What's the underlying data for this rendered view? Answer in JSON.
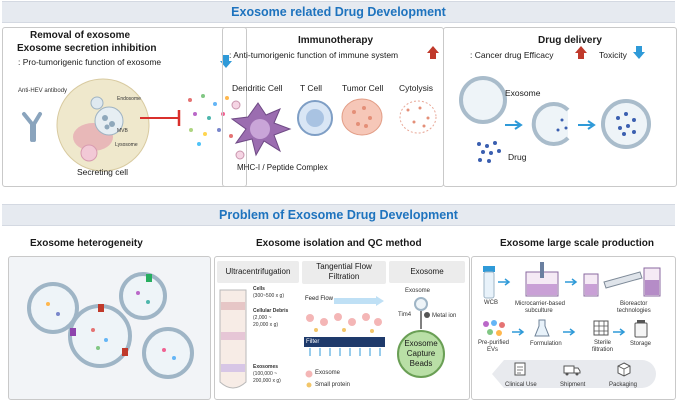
{
  "top_banner": {
    "title": "Exosome related Drug Development"
  },
  "removal": {
    "title1": "Removal of exosome",
    "title2": "Exosome secretion inhibition",
    "subtitle": ": Pro-tumorigenic function of exosome",
    "antibody": "Anti-HEV antibody",
    "endosome": "Endosome",
    "mvb": "MVB",
    "lysosome": "Lysosome",
    "cell": "Secreting cell"
  },
  "immuno": {
    "title": "Immunotherapy",
    "subtitle": ": Anti-tumorigenic function of immune system",
    "dendritic": "Dendritic Cell",
    "tcell": "T Cell",
    "tumor": "Tumor Cell",
    "cytolysis": "Cytolysis",
    "mhc": "MHC-I / Peptide Complex"
  },
  "delivery": {
    "title": "Drug delivery",
    "subtitle": ": Cancer drug Efficacy",
    "toxicity": "Toxicity",
    "exosome": "Exosome",
    "drug": "Drug"
  },
  "bottom_banner": {
    "title": "Problem of Exosome Drug Development"
  },
  "heterogeneity": {
    "title": "Exosome heterogeneity"
  },
  "isolation": {
    "title": "Exosome isolation and QC method",
    "col1": "Ultracentrifugation",
    "col2_line1": "Tangential Flow",
    "col2_line2": "Filtration",
    "col3": "Exosome",
    "cells": "Cells",
    "cells_g": "(300~500 x g)",
    "debris": "Cellular Debris",
    "debris_g1": "(2,000 ~",
    "debris_g2": "20,000 x g)",
    "exosomes": "Exosomes",
    "exosomes_g1": "(100,000 ~",
    "exosomes_g2": "200,000 x g)",
    "feed_flow": "Feed Flow",
    "filter": "Filter",
    "legend_exosome": "Exosome",
    "legend_protein": "Small protein",
    "capture_exosome": "Exosome",
    "tim4": "Tim4",
    "metal_ion": "Metal ion",
    "beads1": "Exosome",
    "beads2": "Capture",
    "beads3": "Beads"
  },
  "production": {
    "title": "Exosome large scale production",
    "wcb": "WCB",
    "micro1": "Microcarrier-based",
    "micro2": "subculture",
    "bio1": "Bioreactor",
    "bio2": "technologies",
    "pre1": "Pre-purified",
    "pre2": "EVs",
    "formulation": "Formulation",
    "sterile1": "Sterile",
    "sterile2": "filtration",
    "storage": "Storage",
    "clinical": "Clinical Use",
    "shipment": "Shipment",
    "packaging": "Packaging"
  },
  "colors": {
    "banner_text": "#1e73be",
    "arrow_blue": "#2f9ad8",
    "arrow_red": "#c0392b",
    "inhibit": "#d9302c"
  }
}
